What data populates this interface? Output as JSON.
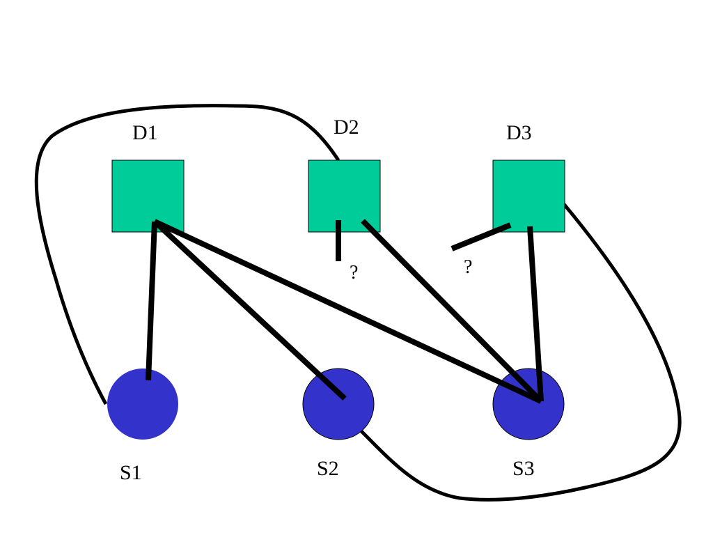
{
  "colors": {
    "square_fill": "#00cc99",
    "circle_fill": "#3333cc",
    "stroke": "#000000",
    "background": "#ffffff"
  },
  "nodes": {
    "d1": {
      "label": "D1",
      "shape": "square"
    },
    "d2": {
      "label": "D2",
      "shape": "square"
    },
    "d3": {
      "label": "D3",
      "shape": "square"
    },
    "s1": {
      "label": "S1",
      "shape": "circle"
    },
    "s2": {
      "label": "S2",
      "shape": "circle"
    },
    "s3": {
      "label": "S3",
      "shape": "circle"
    }
  },
  "unknown_marks": {
    "d2": "?",
    "d3": "?"
  },
  "edges": [
    {
      "from": "D1",
      "to": "S1",
      "style": "straight"
    },
    {
      "from": "D1",
      "to": "S2",
      "style": "straight"
    },
    {
      "from": "D1",
      "to": "S3",
      "style": "straight"
    },
    {
      "from": "D2",
      "to": "S3",
      "style": "straight"
    },
    {
      "from": "D3",
      "to": "S3",
      "style": "straight"
    },
    {
      "from": "D2",
      "to": "S1",
      "style": "curved"
    },
    {
      "from": "D3",
      "to": "S2",
      "style": "curved"
    }
  ]
}
